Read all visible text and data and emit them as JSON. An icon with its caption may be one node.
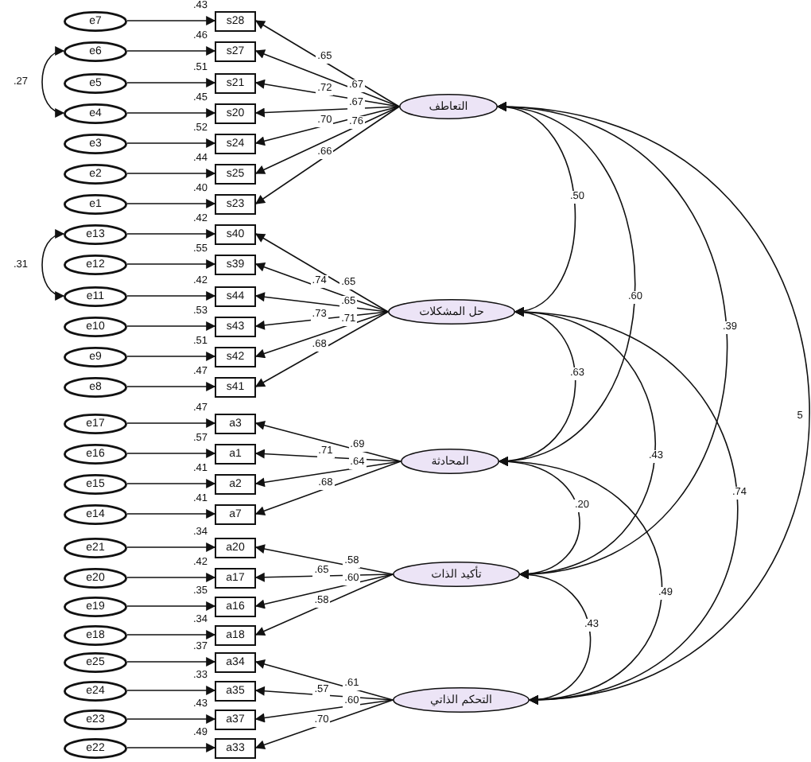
{
  "diagram": {
    "nodes": [
      {
        "text": [
          "e7"
        ]
      },
      {
        "text": [
          "e6"
        ]
      },
      {
        "text": [
          "e5"
        ]
      },
      {
        "text": [
          "e4"
        ]
      },
      {
        "text": [
          "e3"
        ]
      },
      {
        "text": [
          "e2"
        ]
      },
      {
        "text": [
          "e1"
        ]
      },
      {
        "text": [
          "e13"
        ]
      },
      {
        "text": [
          "e12"
        ]
      },
      {
        "text": [
          "e11"
        ]
      },
      {
        "text": [
          "e10"
        ]
      },
      {
        "text": [
          "e9"
        ]
      },
      {
        "text": [
          "e8"
        ]
      },
      {
        "text": [
          "e17"
        ]
      },
      {
        "text": [
          "e16"
        ]
      },
      {
        "text": [
          "e15"
        ]
      },
      {
        "text": [
          "e14"
        ]
      },
      {
        "text": [
          "e21"
        ]
      },
      {
        "text": [
          "e20"
        ]
      },
      {
        "text": [
          "e19"
        ]
      },
      {
        "text": [
          "e18"
        ]
      },
      {
        "text": [
          "e25"
        ]
      },
      {
        "text": [
          "e24"
        ]
      },
      {
        "text": [
          "e23"
        ]
      },
      {
        "text": [
          "e22"
        ]
      },
      {
        "text": [
          "s28"
        ],
        "beside": [
          ".43"
        ]
      },
      {
        "text": [
          "s27"
        ],
        "beside": [
          ".46"
        ]
      },
      {
        "text": [
          "s21"
        ],
        "beside": [
          ".51"
        ]
      },
      {
        "text": [
          "s20"
        ],
        "beside": [
          ".45"
        ]
      },
      {
        "text": [
          "s24"
        ],
        "beside": [
          ".52"
        ]
      },
      {
        "text": [
          "s25"
        ],
        "beside": [
          ".44"
        ]
      },
      {
        "text": [
          "s23"
        ],
        "beside": [
          ".40"
        ]
      },
      {
        "text": [
          "s40"
        ],
        "beside": [
          ".42"
        ]
      },
      {
        "text": [
          "s39"
        ],
        "beside": [
          ".55"
        ]
      },
      {
        "text": [
          "s44"
        ],
        "beside": [
          ".42"
        ]
      },
      {
        "text": [
          "s43"
        ],
        "beside": [
          ".53"
        ]
      },
      {
        "text": [
          "s42"
        ],
        "beside": [
          ".51"
        ]
      },
      {
        "text": [
          "s41"
        ],
        "beside": [
          ".47"
        ]
      },
      {
        "text": [
          "a3"
        ],
        "beside": [
          ".47"
        ]
      },
      {
        "text": [
          "a1"
        ],
        "beside": [
          ".57"
        ]
      },
      {
        "text": [
          "a2"
        ],
        "beside": [
          ".41"
        ]
      },
      {
        "text": [
          "a7"
        ],
        "beside": [
          ".41"
        ]
      },
      {
        "text": [
          "a20"
        ],
        "beside": [
          ".34"
        ]
      },
      {
        "text": [
          "a17"
        ],
        "beside": [
          ".42"
        ]
      },
      {
        "text": [
          "a16"
        ],
        "beside": [
          ".35"
        ]
      },
      {
        "text": [
          "a18"
        ],
        "beside": [
          ".34"
        ]
      },
      {
        "text": [
          "a34"
        ],
        "beside": [
          ".37"
        ]
      },
      {
        "text": [
          "a35"
        ],
        "beside": [
          ".33"
        ]
      },
      {
        "text": [
          "a37"
        ],
        "beside": [
          ".43"
        ]
      },
      {
        "text": [
          "a33"
        ],
        "beside": [
          ".49"
        ]
      },
      {
        "text": [
          "التعاطف"
        ]
      },
      {
        "text": [
          "حل المشكلات"
        ]
      },
      {
        "text": [
          "المحادثة"
        ]
      },
      {
        "text": [
          "تأكيد الذات"
        ]
      },
      {
        "text": [
          "التحكم الذاتي"
        ]
      }
    ],
    "edges": [
      {
        "from": 0,
        "to": 25,
        "arrow": "to"
      },
      {
        "from": 1,
        "to": 26,
        "arrow": "to"
      },
      {
        "from": 2,
        "to": 27,
        "arrow": "to"
      },
      {
        "from": 3,
        "to": 28,
        "arrow": "to"
      },
      {
        "from": 4,
        "to": 29,
        "arrow": "to"
      },
      {
        "from": 5,
        "to": 30,
        "arrow": "to"
      },
      {
        "from": 6,
        "to": 31,
        "arrow": "to"
      },
      {
        "from": 7,
        "to": 32,
        "arrow": "to"
      },
      {
        "from": 8,
        "to": 33,
        "arrow": "to"
      },
      {
        "from": 9,
        "to": 34,
        "arrow": "to"
      },
      {
        "from": 10,
        "to": 35,
        "arrow": "to"
      },
      {
        "from": 11,
        "to": 36,
        "arrow": "to"
      },
      {
        "from": 12,
        "to": 37,
        "arrow": "to"
      },
      {
        "from": 13,
        "to": 38,
        "arrow": "to"
      },
      {
        "from": 14,
        "to": 39,
        "arrow": "to"
      },
      {
        "from": 15,
        "to": 40,
        "arrow": "to"
      },
      {
        "from": 16,
        "to": 41,
        "arrow": "to"
      },
      {
        "from": 17,
        "to": 42,
        "arrow": "to"
      },
      {
        "from": 18,
        "to": 43,
        "arrow": "to"
      },
      {
        "from": 19,
        "to": 44,
        "arrow": "to"
      },
      {
        "from": 20,
        "to": 45,
        "arrow": "to"
      },
      {
        "from": 21,
        "to": 46,
        "arrow": "to"
      },
      {
        "from": 22,
        "to": 47,
        "arrow": "to"
      },
      {
        "from": 23,
        "to": 48,
        "arrow": "to"
      },
      {
        "from": 24,
        "to": 49,
        "arrow": "to"
      },
      {
        "from": 50,
        "to": 25,
        "arrow": "to",
        "label": ".65"
      },
      {
        "from": 50,
        "to": 26,
        "arrow": "to",
        "label": ".67"
      },
      {
        "from": 50,
        "to": 27,
        "arrow": "to",
        "label": ".72"
      },
      {
        "from": 50,
        "to": 28,
        "arrow": "to",
        "label": ".67"
      },
      {
        "from": 50,
        "to": 29,
        "arrow": "to",
        "label": ".70"
      },
      {
        "from": 50,
        "to": 30,
        "arrow": "to",
        "label": ".76"
      },
      {
        "from": 50,
        "to": 31,
        "arrow": "to",
        "label": ".66"
      },
      {
        "from": 51,
        "to": 32,
        "arrow": "to",
        "label": ".65"
      },
      {
        "from": 51,
        "to": 33,
        "arrow": "to",
        "label": ".74"
      },
      {
        "from": 51,
        "to": 34,
        "arrow": "to",
        "label": ".65"
      },
      {
        "from": 51,
        "to": 35,
        "arrow": "to",
        "label": ".73"
      },
      {
        "from": 51,
        "to": 36,
        "arrow": "to",
        "label": ".71"
      },
      {
        "from": 51,
        "to": 37,
        "arrow": "to",
        "label": ".68"
      },
      {
        "from": 52,
        "to": 38,
        "arrow": "to",
        "label": ".69"
      },
      {
        "from": 52,
        "to": 39,
        "arrow": "to",
        "label": ".71"
      },
      {
        "from": 52,
        "to": 40,
        "arrow": "to",
        "label": ".64"
      },
      {
        "from": 52,
        "to": 41,
        "arrow": "to",
        "label": ".68"
      },
      {
        "from": 53,
        "to": 42,
        "arrow": "to",
        "label": ".58"
      },
      {
        "from": 53,
        "to": 43,
        "arrow": "to",
        "label": ".65"
      },
      {
        "from": 53,
        "to": 44,
        "arrow": "to",
        "label": ".60"
      },
      {
        "from": 53,
        "to": 45,
        "arrow": "to",
        "label": ".58"
      },
      {
        "from": 54,
        "to": 46,
        "arrow": "to",
        "label": ".61"
      },
      {
        "from": 54,
        "to": 47,
        "arrow": "to",
        "label": ".57"
      },
      {
        "from": 54,
        "to": 48,
        "arrow": "to",
        "label": ".60"
      },
      {
        "from": 54,
        "to": 49,
        "arrow": "to",
        "label": ".70"
      },
      {
        "from": 1,
        "to": 3,
        "arrow": "both",
        "label": ".27"
      },
      {
        "from": 7,
        "to": 9,
        "arrow": "both",
        "label": ".31"
      },
      {
        "from": 50,
        "to": 51,
        "arrow": "both",
        "label": ".50"
      },
      {
        "from": 50,
        "to": 52,
        "arrow": "both",
        "label": ".60"
      },
      {
        "from": 50,
        "to": 53,
        "arrow": "both",
        "label": ".39"
      },
      {
        "from": 50,
        "to": 54,
        "arrow": "both",
        "label": "5"
      },
      {
        "from": 51,
        "to": 52,
        "arrow": "both",
        "label": ".63"
      },
      {
        "from": 51,
        "to": 53,
        "arrow": "both",
        "label": ".43"
      },
      {
        "from": 51,
        "to": 54,
        "arrow": "both",
        "label": ".74"
      },
      {
        "from": 52,
        "to": 53,
        "arrow": "both",
        "label": ".20"
      },
      {
        "from": 52,
        "to": 54,
        "arrow": "both",
        "label": ".49"
      },
      {
        "from": 53,
        "to": 54,
        "arrow": "both",
        "label": ".43"
      }
    ]
  }
}
